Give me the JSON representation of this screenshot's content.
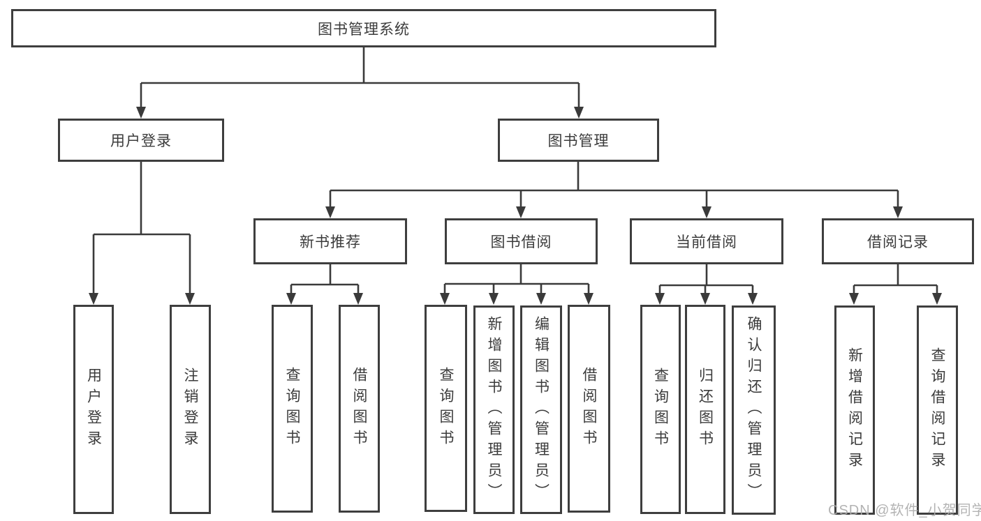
{
  "tree": {
    "root": {
      "label": "图书管理系统"
    },
    "children": [
      {
        "label": "用户登录",
        "children": [
          {
            "label": "用户登录"
          },
          {
            "label": "注销登录"
          }
        ]
      },
      {
        "label": "图书管理",
        "children": [
          {
            "label": "新书推荐",
            "children": [
              {
                "label": "查询图书"
              },
              {
                "label": "借阅图书"
              }
            ]
          },
          {
            "label": "图书借阅",
            "children": [
              {
                "label": "查询图书"
              },
              {
                "label": "新增图书（管理员）"
              },
              {
                "label": "编辑图书（管理员）"
              },
              {
                "label": "借阅图书"
              }
            ]
          },
          {
            "label": "当前借阅",
            "children": [
              {
                "label": "查询图书"
              },
              {
                "label": "归还图书"
              },
              {
                "label": "确认归还（管理员）"
              }
            ]
          },
          {
            "label": "借阅记录",
            "children": [
              {
                "label": "新增借阅记录"
              },
              {
                "label": "查询借阅记录"
              }
            ]
          }
        ]
      }
    ]
  },
  "watermark": {
    "text": "CSDN @软件_小贺同学"
  },
  "colors": {
    "line": "#3a3a3a",
    "box_border": "#3e3e3e",
    "text": "#3b3b3b",
    "watermark": "#acacac",
    "background": "#ffffff"
  }
}
